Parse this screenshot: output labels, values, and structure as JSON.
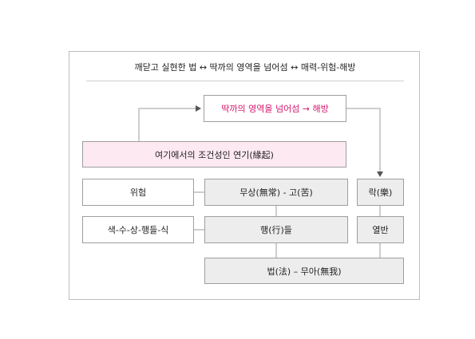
{
  "title": "깨닫고 실현한 법 ↔ 딱까의 영역을 넘어섬 ↔ 매력-위험-해방",
  "boxes": {
    "transcend": "딱까의 영역을 넘어섬 → 해방",
    "dependent_origination": "여기에서의 조건성인 연기(緣起)",
    "danger": "위험",
    "impermanence_suffering": "무상(無常) - 고(苦)",
    "happiness": "락(樂)",
    "aggregates": "색-수-상-행들-식",
    "formations": "행(行)들",
    "nirvana": "열반",
    "dharma_nonself": "법(法) – 무아(無我)"
  },
  "colors": {
    "accent": "#d6166e",
    "pink_fill": "#fde9f2",
    "gray_fill": "#ededed",
    "border": "#9e9e9e"
  }
}
